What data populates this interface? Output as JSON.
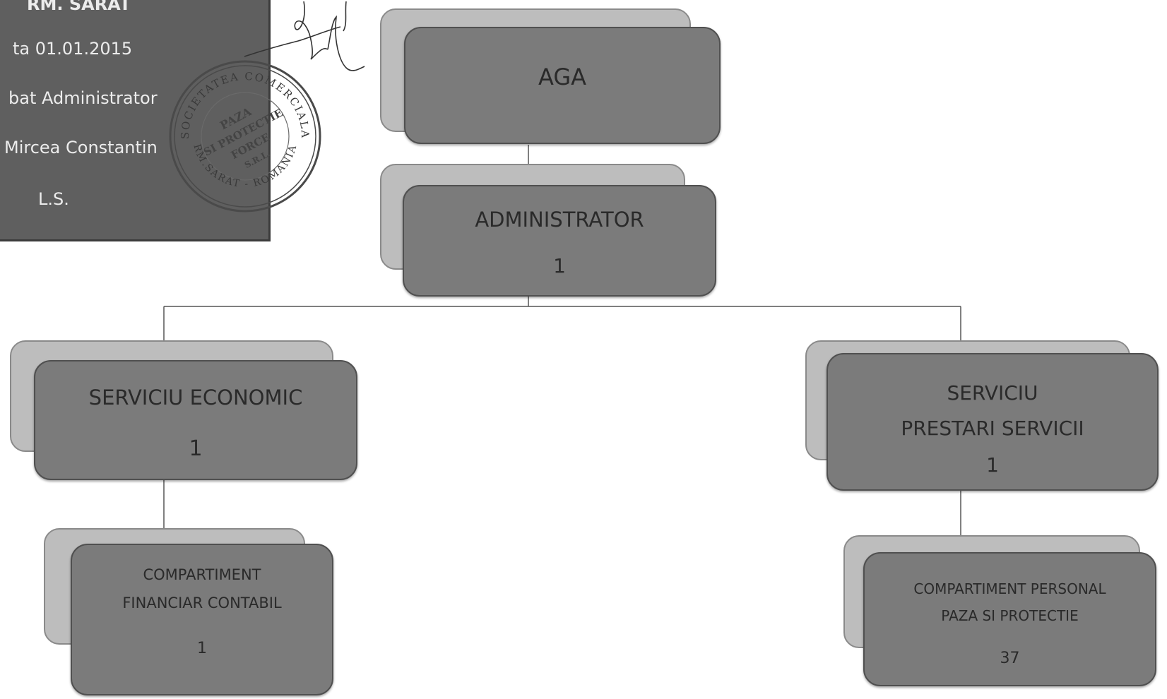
{
  "approval": {
    "lines": [
      "RM. SARAT",
      "ta 01.01.2015",
      "bat Administrator",
      "Mircea Constantin",
      "L.S."
    ]
  },
  "stamp": {
    "outer_text": "SOCIETATEA COMERCIALA",
    "center_lines": [
      "PAZA",
      "SI PROTECTIE",
      "FORCE",
      "S.R.L."
    ],
    "bottom_text": "RM.SARAT - ROMANIA"
  },
  "nodes": {
    "aga": {
      "title": "AGA"
    },
    "administrator": {
      "title": "ADMINISTRATOR",
      "count": "1"
    },
    "serviciu_economic": {
      "title": "SERVICIU ECONOMIC",
      "count": "1"
    },
    "serviciu_prestari": {
      "title_line1": "SERVICIU",
      "title_line2": "PRESTARI SERVICII",
      "count": "1"
    },
    "compartiment_financiar": {
      "title_line1": "COMPARTIMENT",
      "title_line2": "FINANCIAR CONTABIL",
      "count": "1"
    },
    "compartiment_paza": {
      "title_line1": "COMPARTIMENT PERSONAL",
      "title_line2": "PAZA SI PROTECTIE",
      "count": "37"
    }
  }
}
